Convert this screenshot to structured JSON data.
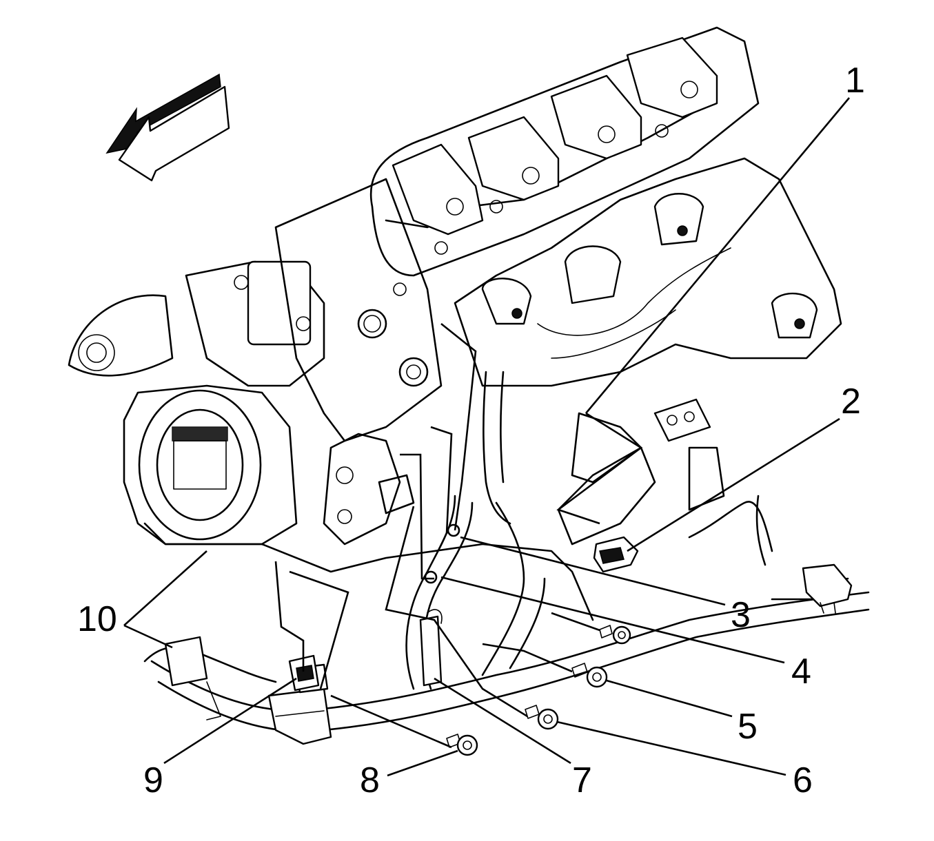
{
  "callouts": [
    {
      "id": "1",
      "label": "1"
    },
    {
      "id": "2",
      "label": "2"
    },
    {
      "id": "3",
      "label": "3"
    },
    {
      "id": "4",
      "label": "4"
    },
    {
      "id": "5",
      "label": "5"
    },
    {
      "id": "6",
      "label": "6"
    },
    {
      "id": "7",
      "label": "7"
    },
    {
      "id": "8",
      "label": "8"
    },
    {
      "id": "9",
      "label": "9"
    },
    {
      "id": "10",
      "label": "10"
    }
  ],
  "icons": {
    "direction_arrow": "front-direction-arrow-icon"
  }
}
